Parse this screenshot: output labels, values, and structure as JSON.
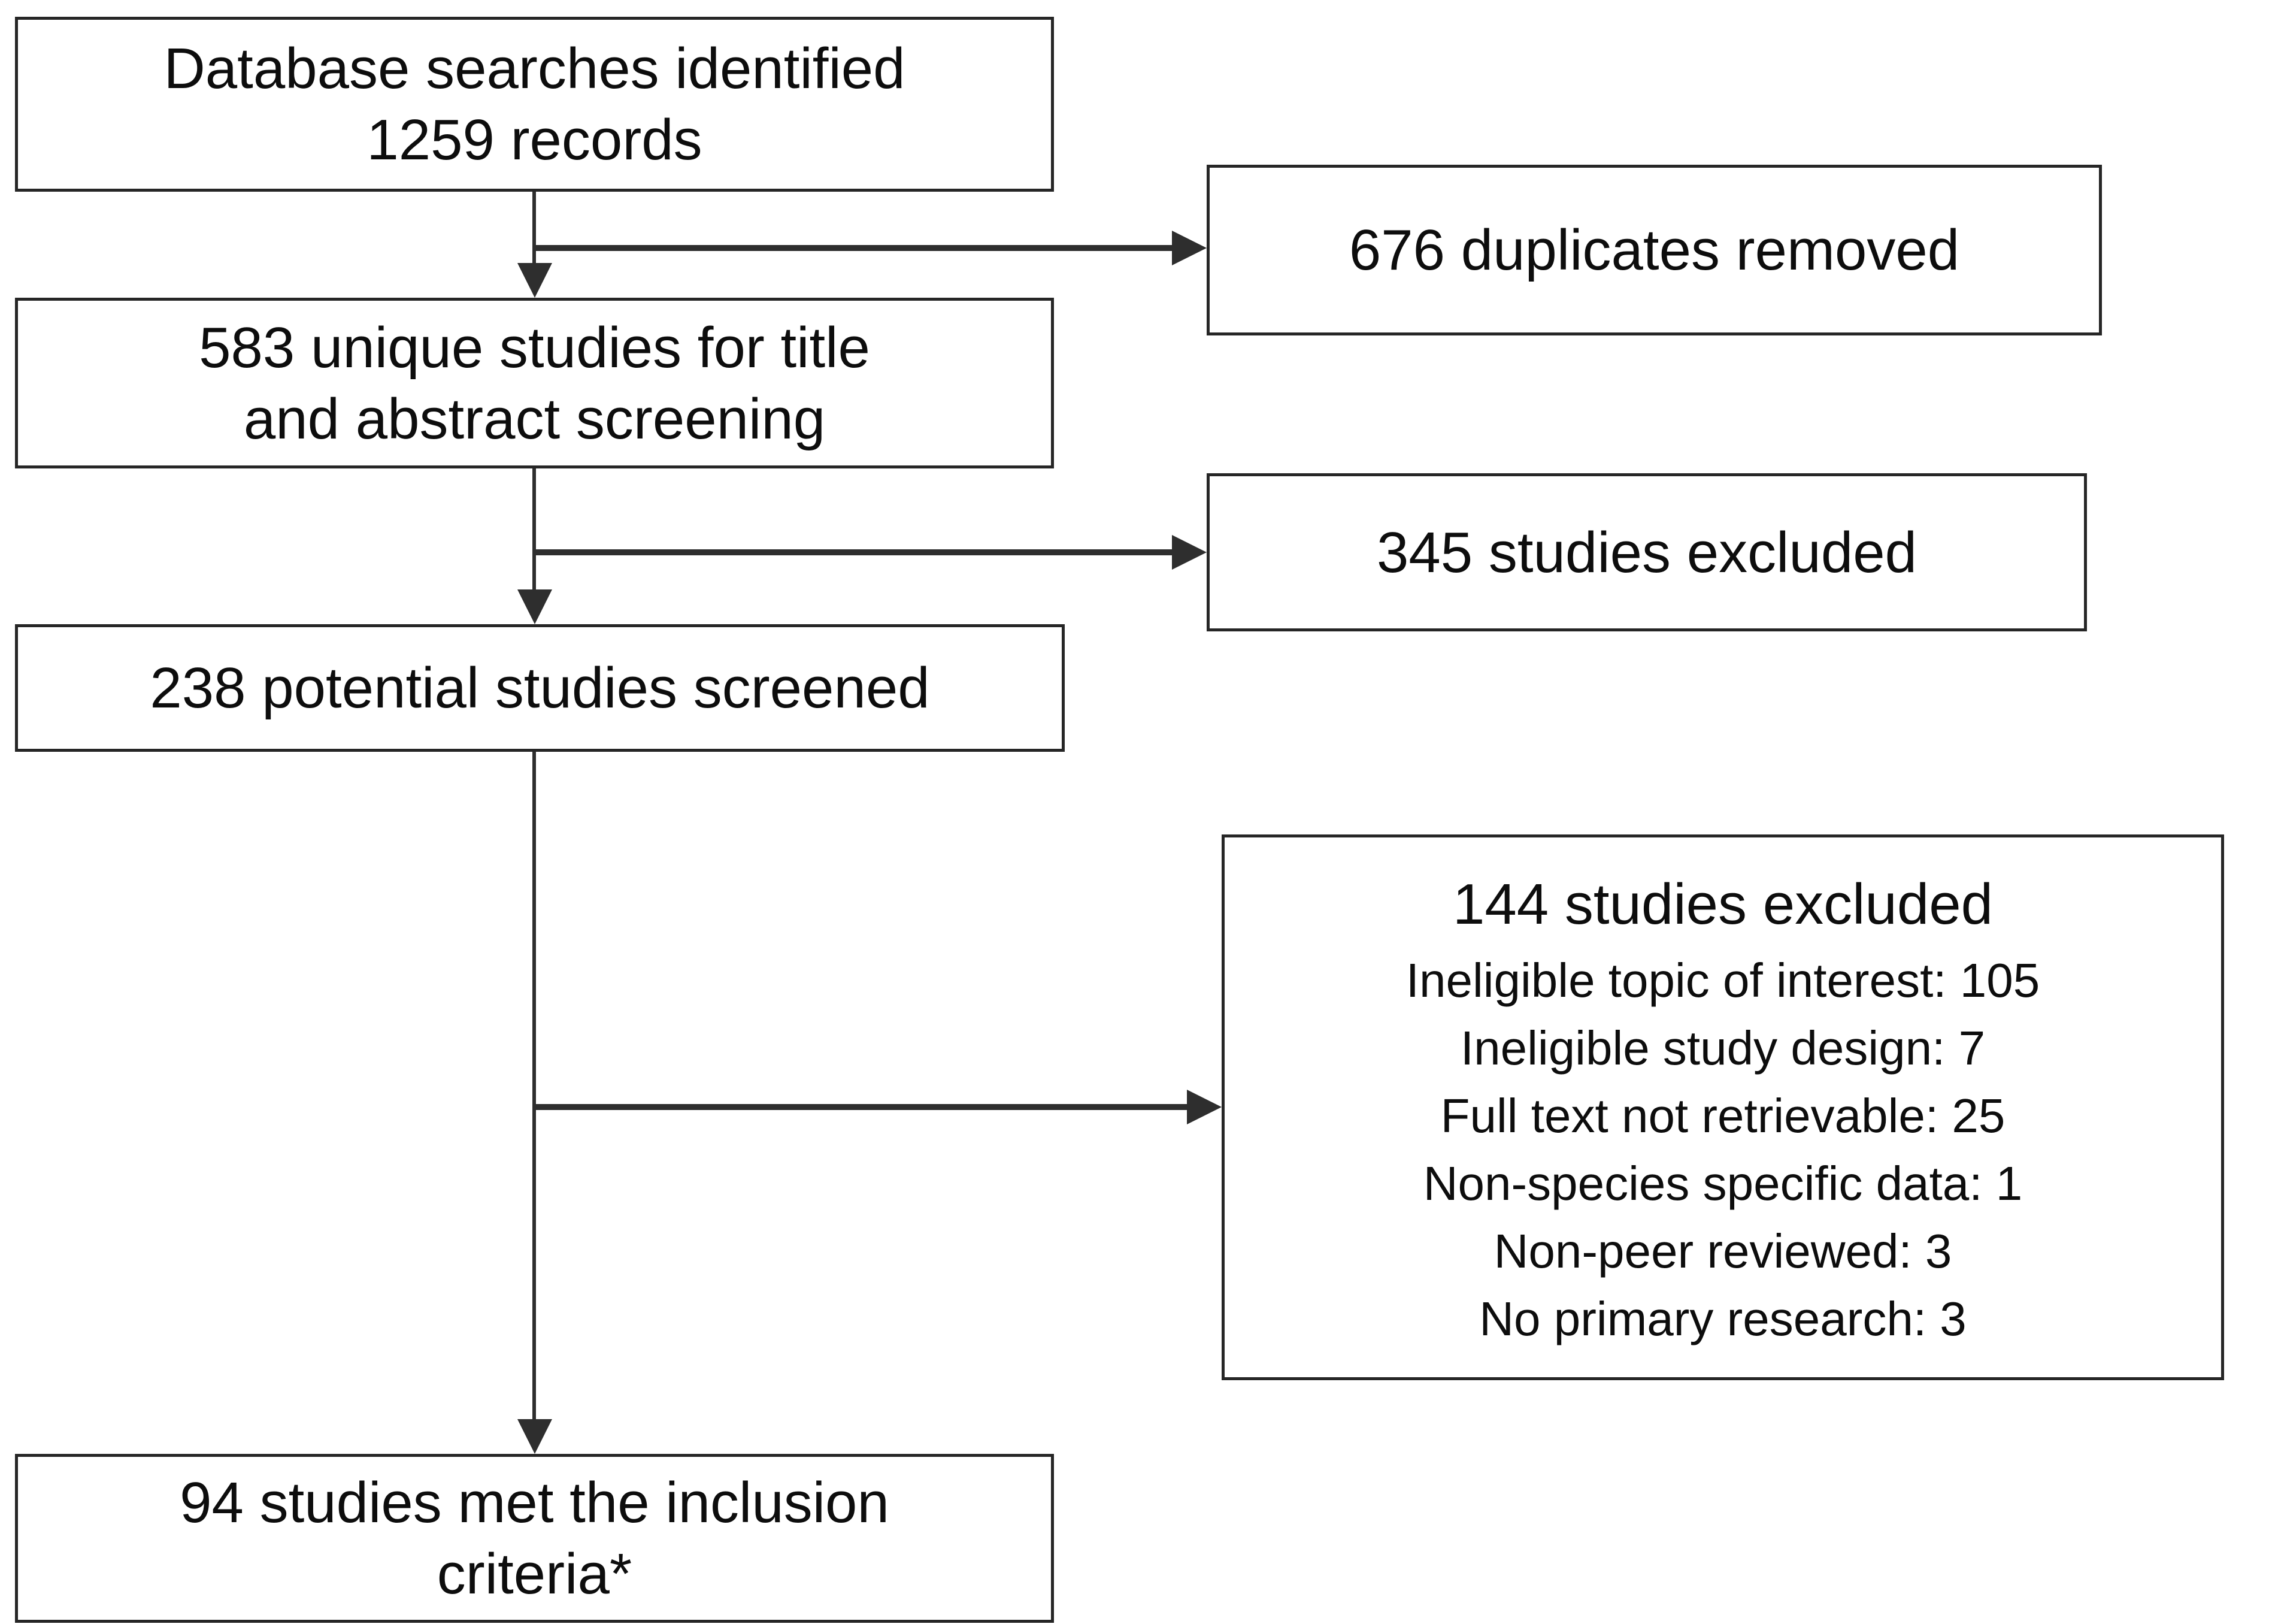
{
  "diagram": {
    "boxes": {
      "identified": {
        "line1": "Database searches identified",
        "line2": "1259 records"
      },
      "duplicates": {
        "text": "676 duplicates removed"
      },
      "title_abstract": {
        "line1": "583 unique studies for title",
        "line2": "and abstract screening"
      },
      "excluded_screening": {
        "text": "345 studies excluded"
      },
      "screened": {
        "text": "238 potential studies screened"
      },
      "excluded_fulltext": {
        "title": "144 studies excluded",
        "reasons": [
          "Ineligible topic of interest: 105",
          "Ineligible study design: 7",
          "Full text not retrievable: 25",
          "Non-species specific data: 1",
          "Non-peer reviewed: 3",
          "No primary research: 3"
        ]
      },
      "included": {
        "line1": "94 studies met the inclusion",
        "line2": "criteria*"
      }
    },
    "colors": {
      "background": "#ffffff",
      "box_background": "#ffffff",
      "border": "#262626",
      "text": "#0d0d0d",
      "connector": "#2e2e2e"
    }
  }
}
